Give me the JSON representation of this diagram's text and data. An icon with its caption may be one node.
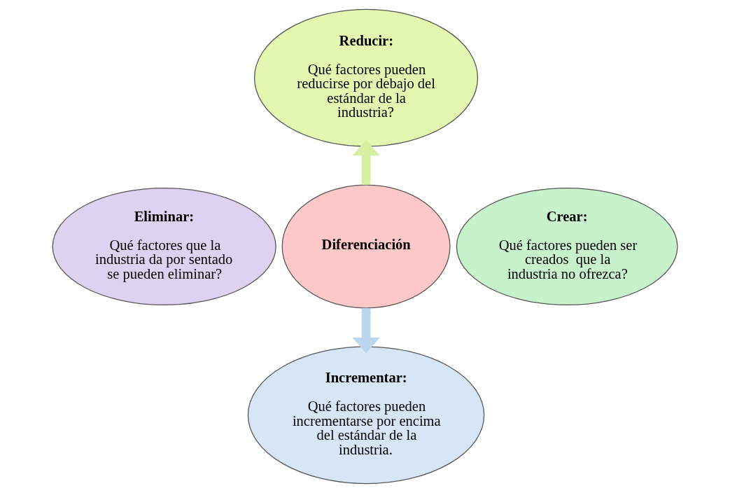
{
  "diagram": {
    "nodes": [
      {
        "text": [
          "Reducir:",
          "Qué factores pueden reducirse por debajo del estándar de la industria?"
        ]
      },
      {
        "text": [
          "Eliminar:",
          "Qué factores que la industria da por sentado se pueden eliminar?"
        ]
      },
      {
        "text": [
          "Diferenciación"
        ]
      },
      {
        "text": [
          "Crear:",
          "Qué factores pueden ser creados  que la industria no ofrezca?"
        ]
      },
      {
        "text": [
          "Incrementar:",
          "Qué factores pueden incrementarse por encima del estándar de la industria."
        ]
      }
    ],
    "edges": [
      {
        "from": 2,
        "to": 0,
        "arrow": "to",
        "color": "#d4f0a0"
      },
      {
        "from": 2,
        "to": 4,
        "arrow": "to",
        "color": "#bcd6ee"
      }
    ]
  }
}
